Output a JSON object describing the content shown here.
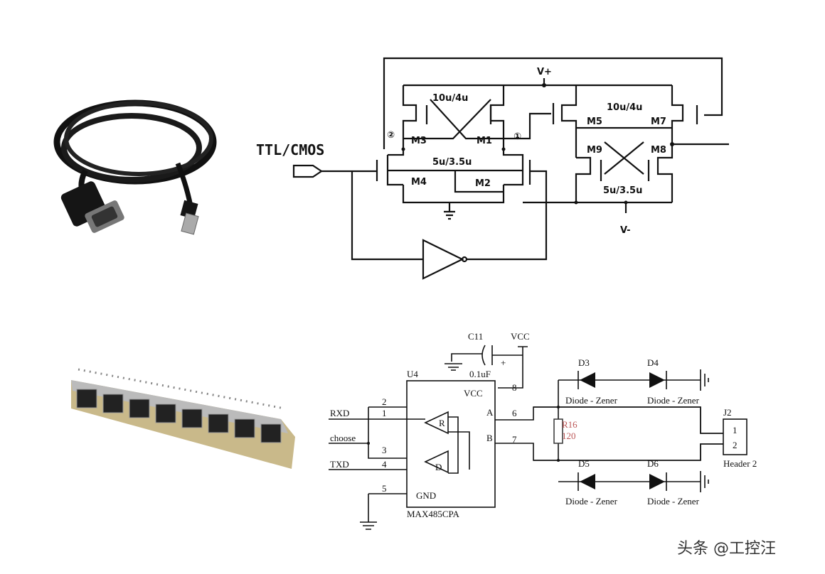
{
  "top_circuit": {
    "input_label": "TTL/CMOS",
    "supply_pos": "V+",
    "supply_neg": "V-",
    "node_2": "②",
    "node_1": "①",
    "transistors": [
      "M3",
      "M1",
      "M4",
      "M2",
      "M5",
      "M7",
      "M9",
      "M8"
    ],
    "size_upper_left": "10u/4u",
    "size_lower_left": "5u/3.5u",
    "size_upper_right": "10u/4u",
    "size_lower_right": "5u/3.5u"
  },
  "bottom_circuit": {
    "capacitor": "C11",
    "capacitor_value": "0.1uF",
    "capacitor_plus": "+",
    "vcc": "VCC",
    "ic_ref": "U4",
    "ic_part": "MAX485CPA",
    "ic_vcc": "VCC",
    "ic_gnd": "GND",
    "ic_a": "A",
    "ic_b": "B",
    "receiver": "R",
    "driver": "D",
    "signals": {
      "rxd": "RXD",
      "choose": "choose",
      "txd": "TXD"
    },
    "pins": [
      "1",
      "2",
      "3",
      "4",
      "5",
      "6",
      "7",
      "8"
    ],
    "resistor": "R16",
    "resistor_value": "120",
    "diodes": [
      "D3",
      "D4",
      "D5",
      "D6"
    ],
    "diode_type": "Diode - Zener",
    "connector": "J2",
    "connector_pins": [
      "1",
      "2"
    ],
    "connector_type": "Header 2"
  },
  "watermark": "头条 @工控汪"
}
